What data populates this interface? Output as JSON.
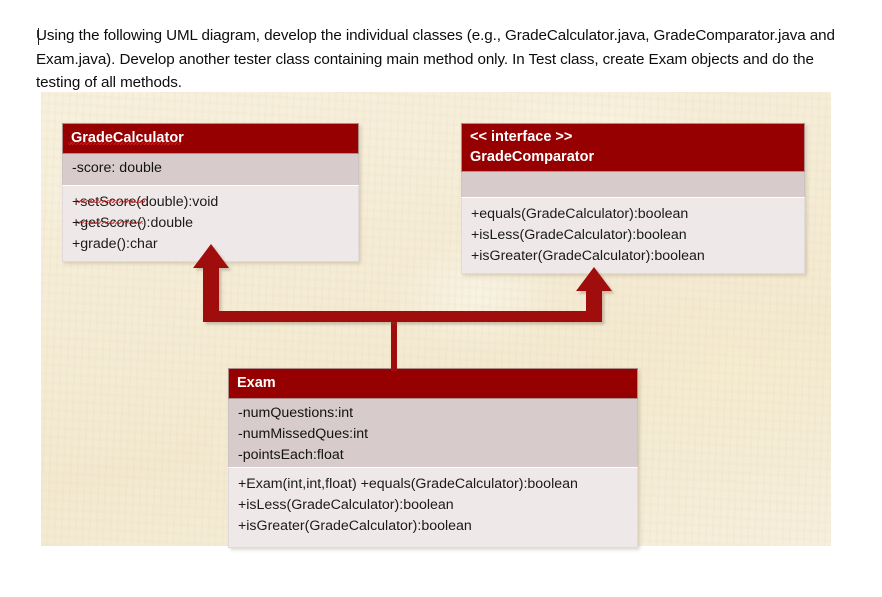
{
  "instruction": {
    "text": "Using the following UML diagram, develop the individual classes (e.g., GradeCalculator.java, GradeComparator.java and Exam.java). Develop another tester class containing main method only. In Test class, create Exam objects and do the testing of all methods."
  },
  "theme": {
    "header_fill": "#960000",
    "attribute_fill": "#d8cbcb",
    "method_fill": "#efe8e9",
    "arrow_color": "#a00d0d",
    "canvas_bg": "#f5ecd6",
    "page_bg": "#ffffff"
  },
  "diagram": {
    "type": "uml-class-diagram",
    "classes": [
      {
        "id": "grade-calculator",
        "header_lines": [
          "GradeCalculator"
        ],
        "stereotype": "",
        "attributes": [
          "-score: double"
        ],
        "methods": [
          "+setScore(double):void",
          "+getScore():double",
          "+grade():char"
        ]
      },
      {
        "id": "grade-comparator",
        "header_lines": [
          "<< interface >>",
          "GradeComparator"
        ],
        "stereotype": "<< interface >>",
        "attributes": [],
        "methods": [
          "+equals(GradeCalculator):boolean",
          "+isLess(GradeCalculator):boolean",
          "+isGreater(GradeCalculator):boolean"
        ]
      },
      {
        "id": "exam",
        "header_lines": [
          "Exam"
        ],
        "stereotype": "",
        "attributes": [
          "-numQuestions:int",
          "-numMissedQues:int",
          "-pointsEach:float"
        ],
        "methods": [
          "+Exam(int,int,float) +equals(GradeCalculator):boolean",
          "+isLess(GradeCalculator):boolean",
          "+isGreater(GradeCalculator):boolean"
        ]
      }
    ],
    "relationships": [
      {
        "from": "exam",
        "to": "grade-calculator",
        "kind": "generalization"
      },
      {
        "from": "exam",
        "to": "grade-comparator",
        "kind": "realization"
      }
    ]
  }
}
